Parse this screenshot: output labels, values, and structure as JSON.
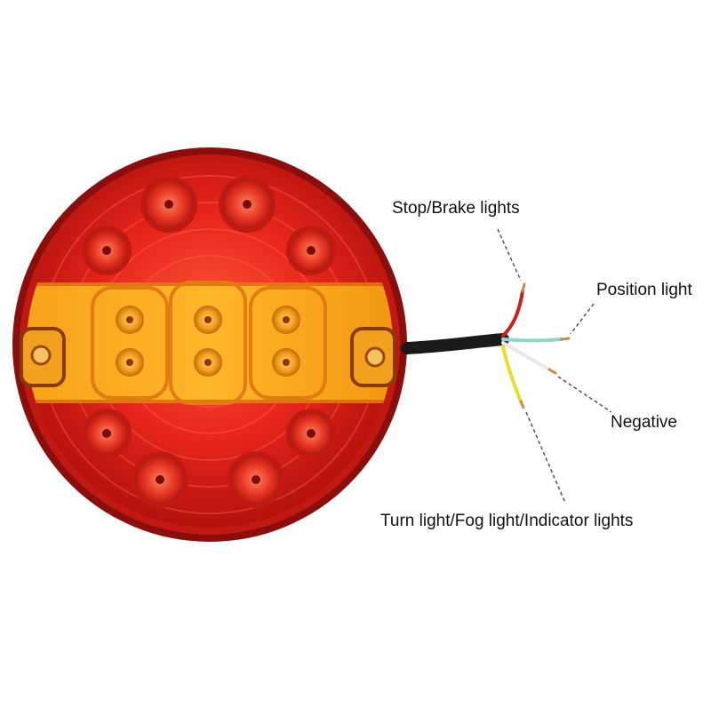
{
  "labels": {
    "stop_brake": "Stop/Brake lights",
    "position": "Position light",
    "negative": "Negative",
    "turn_fog_indicator": "Turn light/Fog light/Indicator lights"
  },
  "colors": {
    "lens_red": "#e0201c",
    "lens_dark_red": "#7a0d0c",
    "amber": "#f59a0c",
    "cable_black": "#1a1a1a",
    "wire_red": "#c8201c",
    "wire_green": "#8fd6c8",
    "wire_white": "#e8e8e8",
    "wire_yellow": "#e8de2a",
    "copper": "#c98a4a"
  }
}
